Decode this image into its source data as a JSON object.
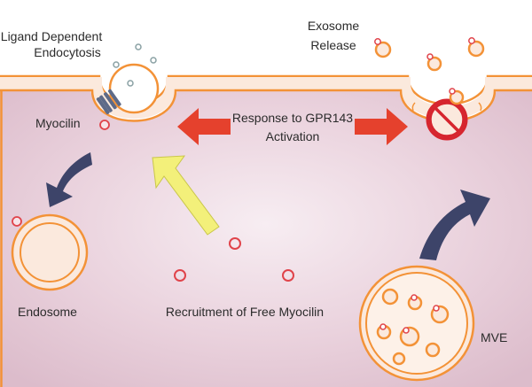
{
  "labels": {
    "ligand_line1": "Ligand Dependent",
    "ligand_line2": "Endocytosis",
    "exosome_line1": "Exosome",
    "exosome_line2": "Release",
    "myocilin": "Myocilin",
    "response_line1": "Response to GPR143",
    "response_line2": "Activation",
    "endosome": "Endosome",
    "recruitment": "Recruitment of Free Myocilin",
    "mve": "MVE"
  },
  "colors": {
    "membrane_orange": "#f39237",
    "membrane_fill": "#fbe9dd",
    "cell_interior": "#ead0dc",
    "red_arrow": "#e5412d",
    "yellow_arrow": "#f3f07a",
    "navy_arrow": "#3d4469",
    "myocilin_ring": "#e0434a",
    "prohibit_red": "#d6252e"
  },
  "icons": {
    "prohibit": "no-entry-icon"
  }
}
